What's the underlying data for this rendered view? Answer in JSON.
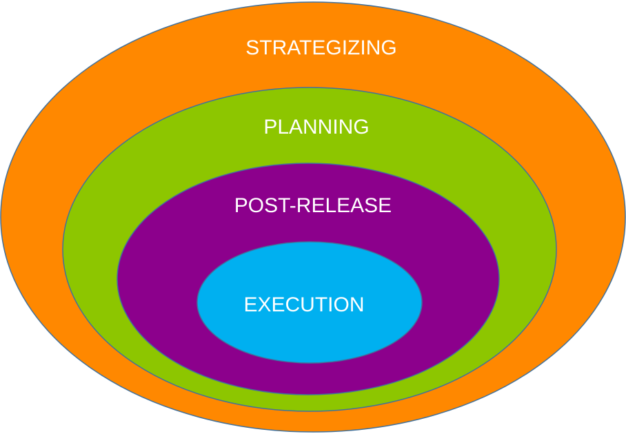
{
  "diagram": {
    "rings": [
      {
        "label": "STRATEGIZING",
        "color": "#FF8800"
      },
      {
        "label": "PLANNING",
        "color": "#8DC600"
      },
      {
        "label": "POST-RELEASE",
        "color": "#8C008C"
      },
      {
        "label": "EXECUTION",
        "color": "#00B0F0"
      }
    ],
    "outline_color": "#41719C",
    "label_color": "#FFFFFF"
  }
}
